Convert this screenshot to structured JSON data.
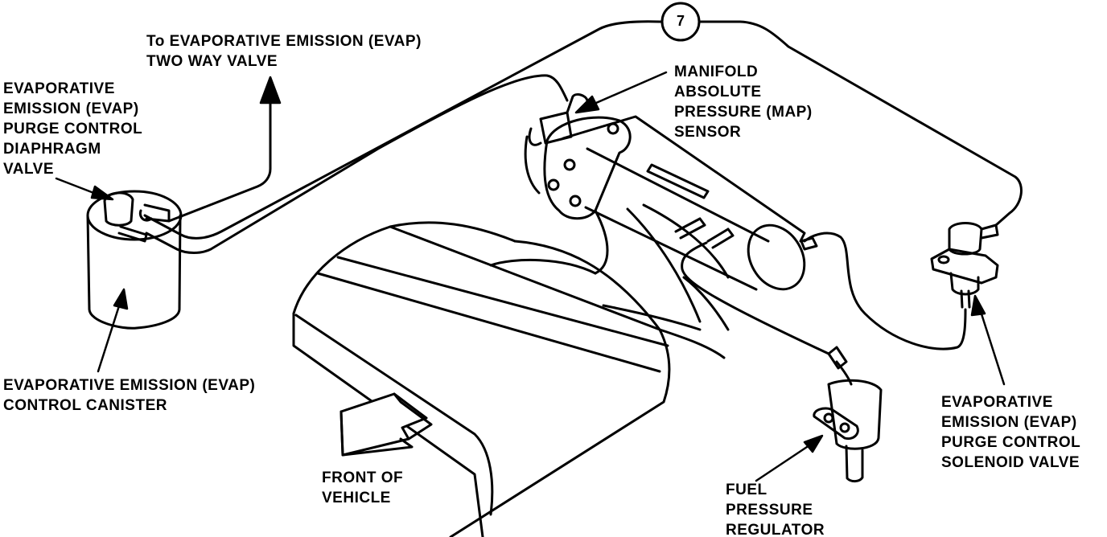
{
  "labels": {
    "two_way_valve": [
      "To EVAPORATIVE EMISSION (EVAP)",
      "TWO WAY VALVE"
    ],
    "purge_diaphragm": [
      "EVAPORATIVE",
      "EMISSION (EVAP)",
      "PURGE CONTROL",
      "DIAPHRAGM",
      "VALVE"
    ],
    "map_sensor": [
      "MANIFOLD",
      "ABSOLUTE",
      "PRESSURE (MAP)",
      "SENSOR"
    ],
    "canister": [
      "EVAPORATIVE EMISSION (EVAP)",
      "CONTROL CANISTER"
    ],
    "front": [
      "FRONT OF",
      "VEHICLE"
    ],
    "fuel_regulator": [
      "FUEL",
      "PRESSURE",
      "REGULATOR"
    ],
    "purge_solenoid": [
      "EVAPORATIVE",
      "EMISSION (EVAP)",
      "PURGE CONTROL",
      "SOLENOID VALVE"
    ]
  },
  "callout_number": "7",
  "colors": {
    "ink": "#000000",
    "paper": "#ffffff"
  }
}
